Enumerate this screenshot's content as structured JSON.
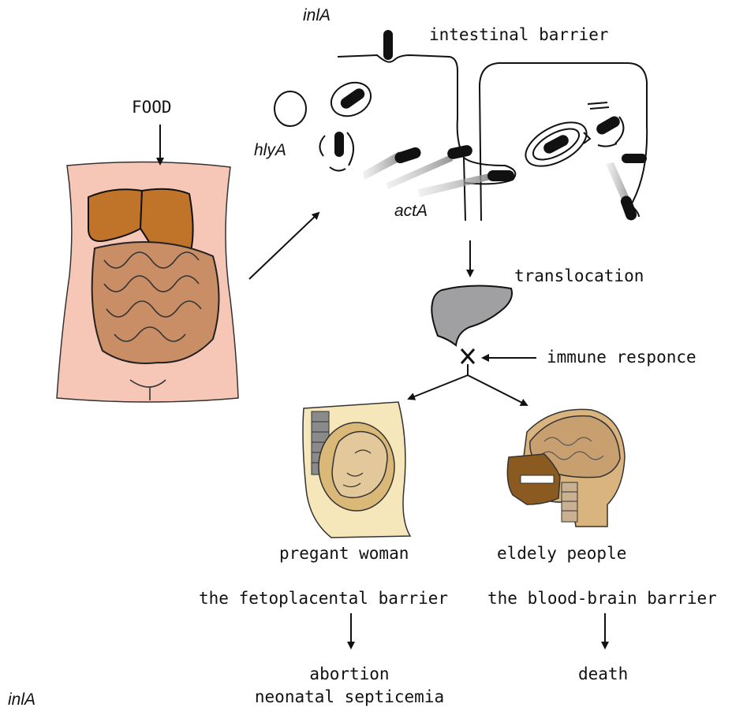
{
  "labels": {
    "food": "FOOD",
    "inla_top": "inlA",
    "intestinal_barrier": "intestinal barrier",
    "hlya": "hlyA",
    "acta": "actA",
    "translocation": "translocation",
    "immune_response": "immune responce",
    "pregnant_woman": "pregant woman",
    "elderly_people": "eldely people",
    "fetoplacental_barrier": "the fetoplacental barrier",
    "blood_brain_barrier": "the blood-brain barrier",
    "outcome_left_line1": "abortion",
    "outcome_left_line2": "neonatal septicemia",
    "outcome_right": "death",
    "inla_bottom": "inlA"
  },
  "colors": {
    "skin": "#f6c6b6",
    "liver_brown": "#c0742a",
    "intestine": "#c98e66",
    "liver_gray": "#a0a0a2",
    "fetus": "#e2c89a",
    "fetus_bg": "#f5e7b9",
    "brain": "#c8a070",
    "skull_dark": "#8a5a20",
    "line": "#111111",
    "actin_tail": "#9c9c9c"
  }
}
